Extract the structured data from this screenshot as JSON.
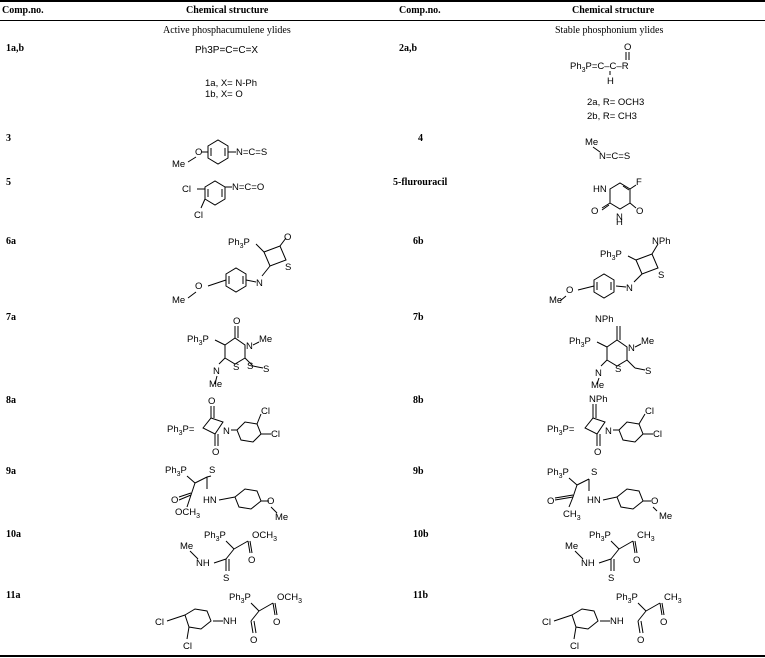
{
  "headers": {
    "comp_no_left": "Comp.no.",
    "structure_left": "Chemical structure",
    "comp_no_right": "Comp.no.",
    "structure_right": "Chemical structure"
  },
  "sections": {
    "left": "Active phosphacumulene ylides",
    "right": "Stable phosphonium ylides"
  },
  "compounds": {
    "c1": "1a,b",
    "c2": "2a,b",
    "c3": "3",
    "c4": "4",
    "c5": "5",
    "c5fu": "5-flurouracil",
    "c6a": "6a",
    "c6b": "6b",
    "c7a": "7a",
    "c7b": "7b",
    "c8a": "8a",
    "c8b": "8b",
    "c9a": "9a",
    "c9b": "9b",
    "c10a": "10a",
    "c10b": "10b",
    "c11a": "11a",
    "c11b": "11b"
  },
  "structures": {
    "s1_formula": "Ph3P=C=C=X",
    "s1_a": "1a, X= N-Ph",
    "s1_b": "1b, X= O",
    "s2_a": "2a, R= OCH3",
    "s2_b": "2b,  R= CH3"
  }
}
